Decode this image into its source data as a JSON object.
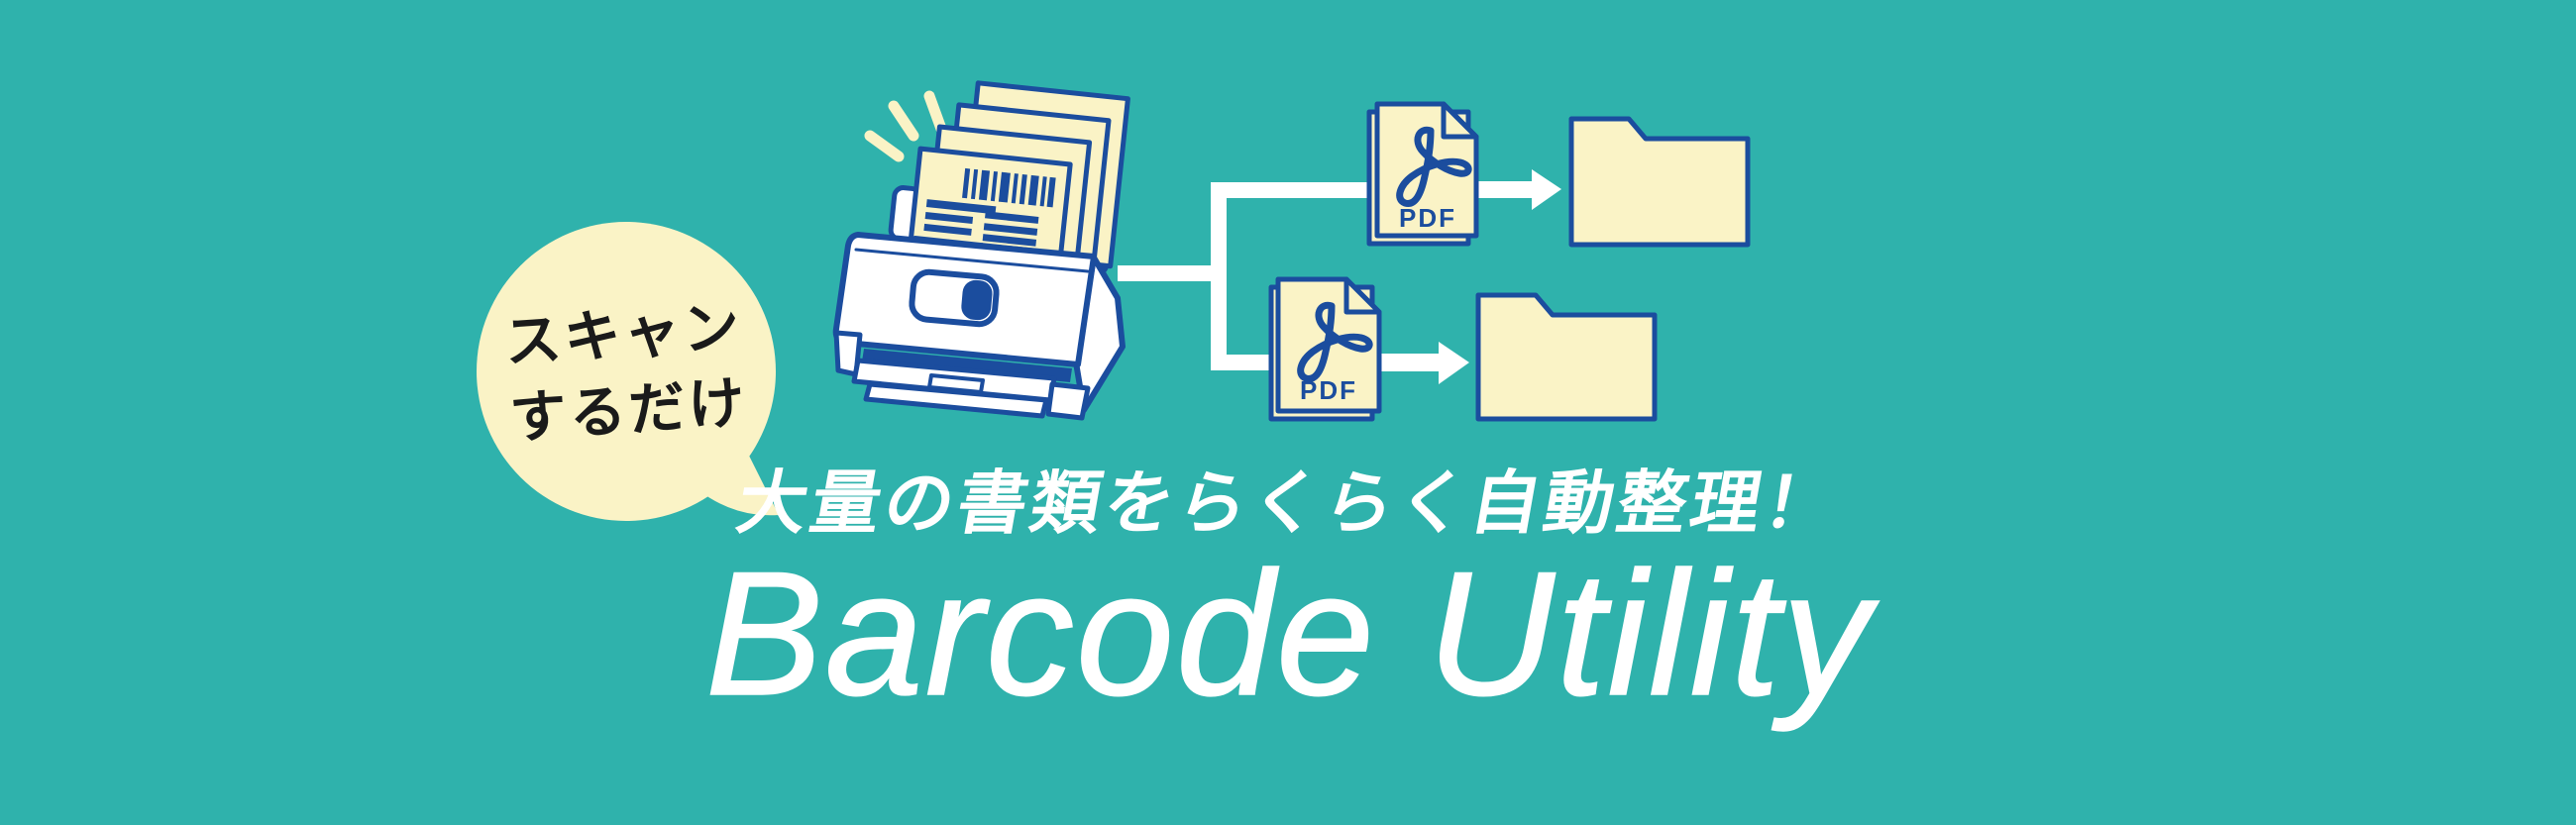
{
  "banner": {
    "background_color": "#2FB2AC",
    "accent_cream": "#FAF3C6",
    "accent_blue": "#1B4D9E",
    "text_white": "#FFFFFF",
    "bubble": {
      "line1": "スキャン",
      "line2": "するだけ"
    },
    "headline": {
      "text": "大量の書類をらくらく自動整理！"
    },
    "product": {
      "name": "Barcode Utility"
    },
    "diagram": {
      "pdf_label": "PDF"
    },
    "icons": [
      "speech-bubble",
      "sparkles",
      "scanner",
      "document-stack",
      "barcode",
      "pdf-file",
      "folder",
      "arrow-right",
      "connector-lines"
    ]
  }
}
